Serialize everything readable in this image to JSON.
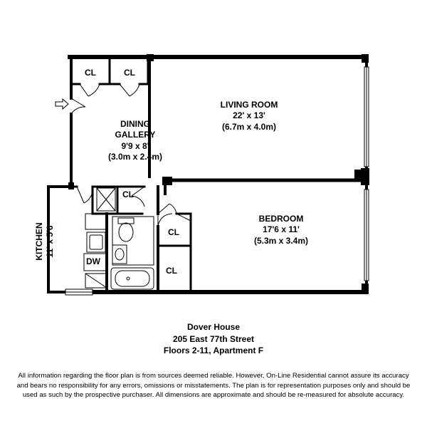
{
  "rooms": {
    "living_room": {
      "name": "LIVING ROOM",
      "imperial": "22' x 13'",
      "metric": "(6.7m x 4.0m)"
    },
    "dining_gallery": {
      "name_line1": "DINING",
      "name_line2": "GALLERY",
      "imperial": "9'9 x 8'",
      "metric": "(3.0m x 2.4m)"
    },
    "bedroom": {
      "name": "BEDROOM",
      "imperial": "17'6 x 11'",
      "metric": "(5.3m x 3.4m)"
    },
    "kitchen": {
      "name": "KITCHEN",
      "dims": "11' x 5'6"
    },
    "closet_label": "CL",
    "dishwasher_label": "DW"
  },
  "building": {
    "name": "Dover House",
    "street": "205 East 77th Street",
    "unit": "Floors 2-11, Apartment F"
  },
  "disclaimer": {
    "line1": "All information regarding the floor plan is from sources deemed reliable.  However, On-Line Residential cannot assure its accuracy",
    "line2": "and bears no responsibility for any errors, omissions or misstatements.  The plan is for representation purposes only and should be",
    "line3": "used as such by the prospective purchaser.  All dimensions are approximate and should be re-measured for absolute accuracy."
  }
}
